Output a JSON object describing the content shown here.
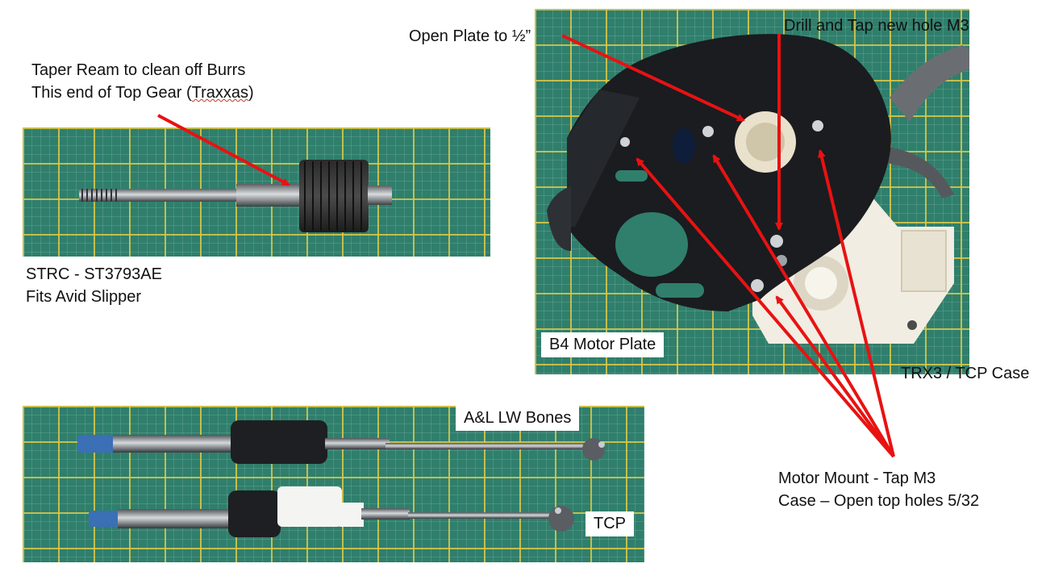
{
  "top_gear": {
    "note_line1": "Taper Ream to clean off Burrs",
    "note_line2_prefix": "This end of Top Gear (",
    "note_line2_word": "Traxxas",
    "note_line2_suffix": ")",
    "caption_line1": "STRC - ST3793AE",
    "caption_line2": "Fits Avid Slipper"
  },
  "motor_plate": {
    "note_open_plate": "Open Plate to ½”",
    "note_drill_tap": "Drill and Tap new hole M3",
    "tag_b4": "B4 Motor Plate",
    "note_case": "TRX3 / TCP Case",
    "note_mount_line1": "Motor Mount - Tap M3",
    "note_mount_line2": "Case – Open top holes 5/32"
  },
  "bones": {
    "tag_al": "A&L LW Bones",
    "tag_tcp": "TCP"
  },
  "colors": {
    "arrow": "#e81212",
    "mat_green": "#2f7f6c",
    "plate_black": "#1a1c20",
    "case_white": "#f1ede2"
  }
}
